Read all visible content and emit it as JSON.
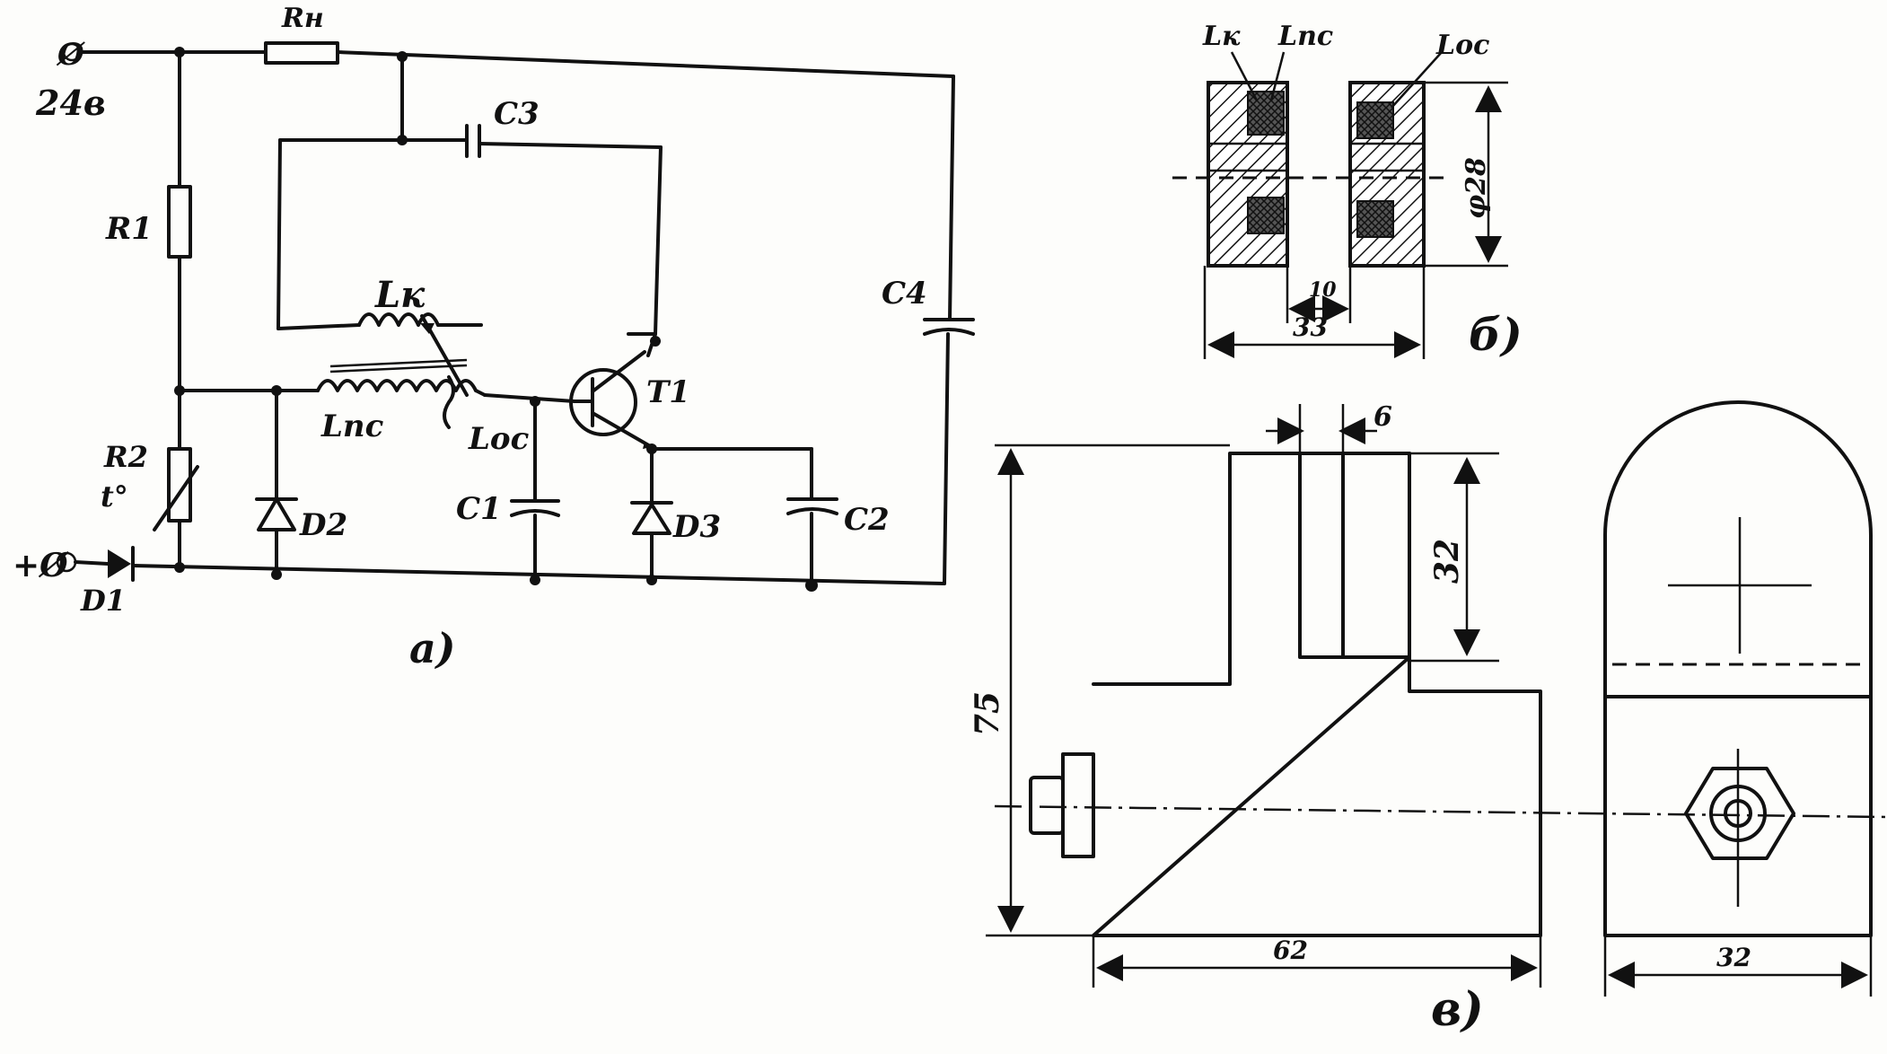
{
  "schematic": {
    "supply_voltage": "24в",
    "supply_terminal": "Ø",
    "ground_terminal": "+Ø",
    "load_resistor": "Rн",
    "r1": "R1",
    "r2": "R2",
    "thermistor_mark": "t°",
    "c1": "C1",
    "c2": "C2",
    "c3": "C3",
    "c4": "C4",
    "d1": "D1",
    "d2": "D2",
    "d3": "D3",
    "transistor": "T1",
    "coil_k": "Lк",
    "coil_pc": "Lпс",
    "coil_oc": "Lос",
    "caption": "а)"
  },
  "section_view": {
    "label_lk": "Lк",
    "label_lpc": "Lпс",
    "label_loc": "Lос",
    "dim_gap": "10",
    "dim_width": "33",
    "dim_diameter": "φ28",
    "caption": "б)"
  },
  "housing_view": {
    "dim_height": "75",
    "dim_slot_depth": "32",
    "dim_slot_width": "6",
    "dim_length": "62",
    "dim_side_width": "32",
    "caption": "в)"
  }
}
